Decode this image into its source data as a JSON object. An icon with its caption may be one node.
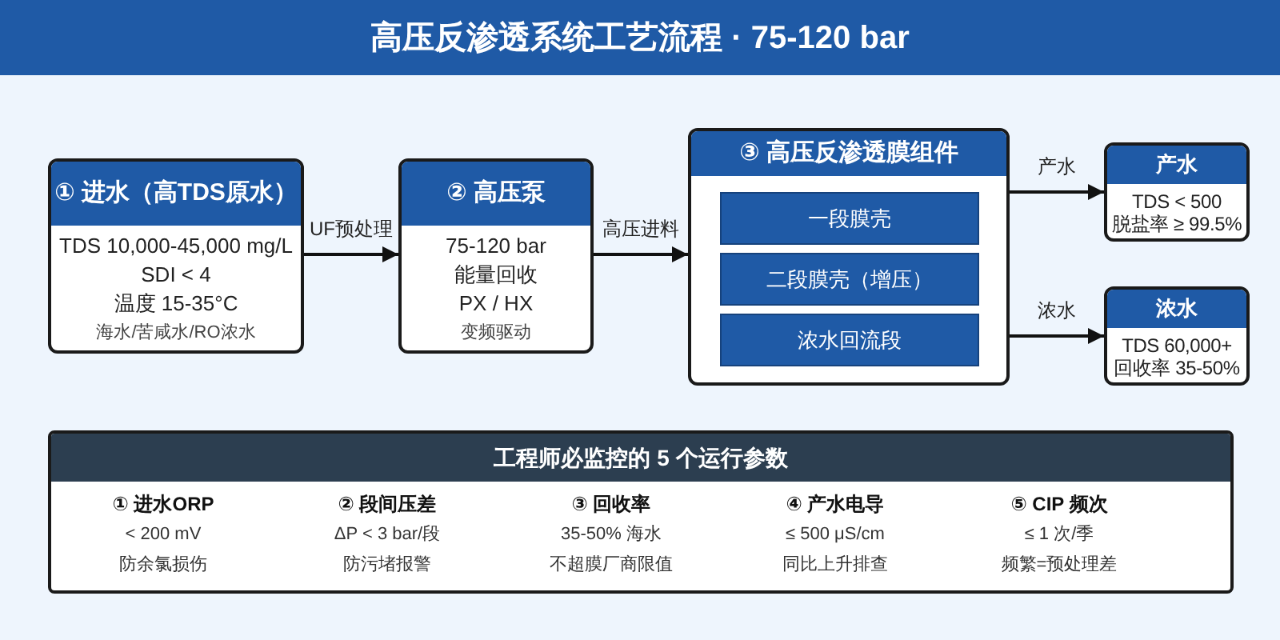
{
  "diagram": {
    "title": "高压反渗透系统工艺流程 · 75-120 bar",
    "nodes": [
      {
        "text": [
          "① 进水（高TDS原水）",
          "TDS 10,000-45,000 mg/L",
          "SDI < 4",
          "温度 15-35°C",
          "海水/苦咸水/RO浓水"
        ]
      },
      {
        "text": [
          "② 高压泵",
          "75-120 bar",
          "能量回收",
          "PX / HX",
          "变频驱动"
        ]
      },
      {
        "text": [
          "③ 高压反渗透膜组件"
        ]
      },
      {
        "text": [
          "一段膜壳"
        ],
        "in": 2
      },
      {
        "text": [
          "二段膜壳（增压）"
        ],
        "in": 2
      },
      {
        "text": [
          "浓水回流段"
        ],
        "in": 2
      },
      {
        "text": [
          "产水",
          "TDS < 500",
          "脱盐率 ≥ 99.5%"
        ]
      },
      {
        "text": [
          "浓水",
          "TDS 60,000+",
          "回收率 35-50%"
        ]
      },
      {
        "text": [
          "工程师必监控的 5 个运行参数"
        ]
      }
    ],
    "edges": [
      {
        "from": 0,
        "to": 1,
        "arrow": "to",
        "label": "UF预处理"
      },
      {
        "from": 1,
        "to": 2,
        "arrow": "to",
        "label": "高压进料"
      },
      {
        "from": 2,
        "to": 6,
        "arrow": "to",
        "label": "产水"
      },
      {
        "from": 2,
        "to": 7,
        "arrow": "to",
        "label": "浓水"
      }
    ],
    "labels": [
      "① 进水ORP",
      "< 200 mV",
      "防余氯损伤",
      "② 段间压差",
      "ΔP < 3 bar/段",
      "防污堵报警",
      "③ 回收率",
      "35-50% 海水",
      "不超膜厂商限值",
      "④ 产水电导",
      "≤ 500 μS/cm",
      "同比上升排查",
      "⑤ CIP 频次",
      "≤ 1 次/季",
      "频繁=预处理差"
    ]
  }
}
